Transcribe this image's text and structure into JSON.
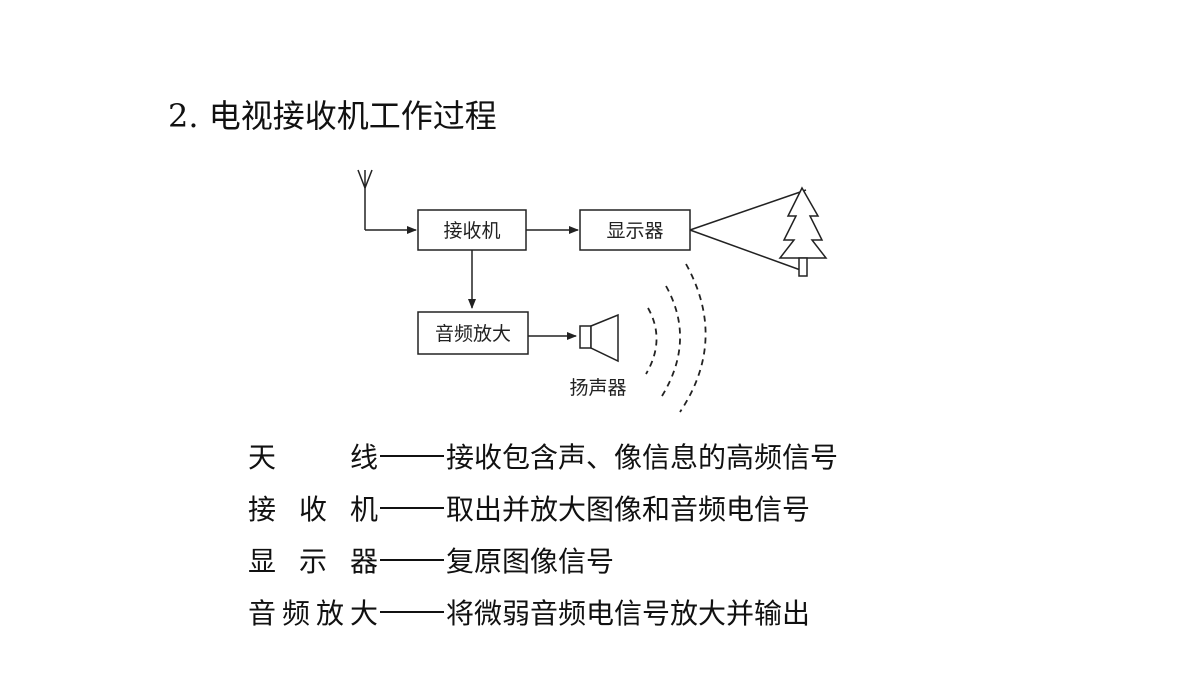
{
  "title": "2. 电视接收机工作过程",
  "diagram": {
    "receiver_label": "接收机",
    "display_label": "显示器",
    "audio_amp_label": "音频放大",
    "speaker_label": "扬声器"
  },
  "descriptions": [
    {
      "term": "天线",
      "definition": "接收包含声、像信息的高频信号"
    },
    {
      "term": "接收机",
      "definition": "取出并放大图像和音频电信号"
    },
    {
      "term": "显示器",
      "definition": "复原图像信号"
    },
    {
      "term": "音频放大",
      "definition": "将微弱音频电信号放大并输出"
    }
  ]
}
